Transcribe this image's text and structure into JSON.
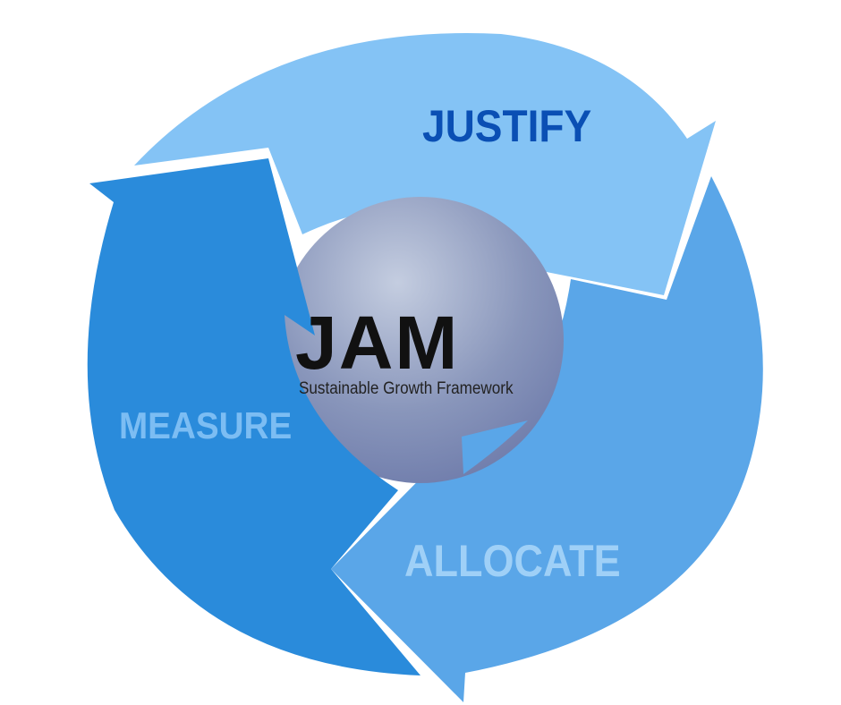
{
  "diagram": {
    "stages": [
      {
        "label": "JUSTIFY",
        "color": "#84c3f5"
      },
      {
        "label": "ALLOCATE",
        "color": "#5aa6e8"
      },
      {
        "label": "MEASURE",
        "color": "#2a8bdb"
      }
    ],
    "center": {
      "logo": "JAM",
      "tagline": "Sustainable Growth Framework"
    }
  }
}
